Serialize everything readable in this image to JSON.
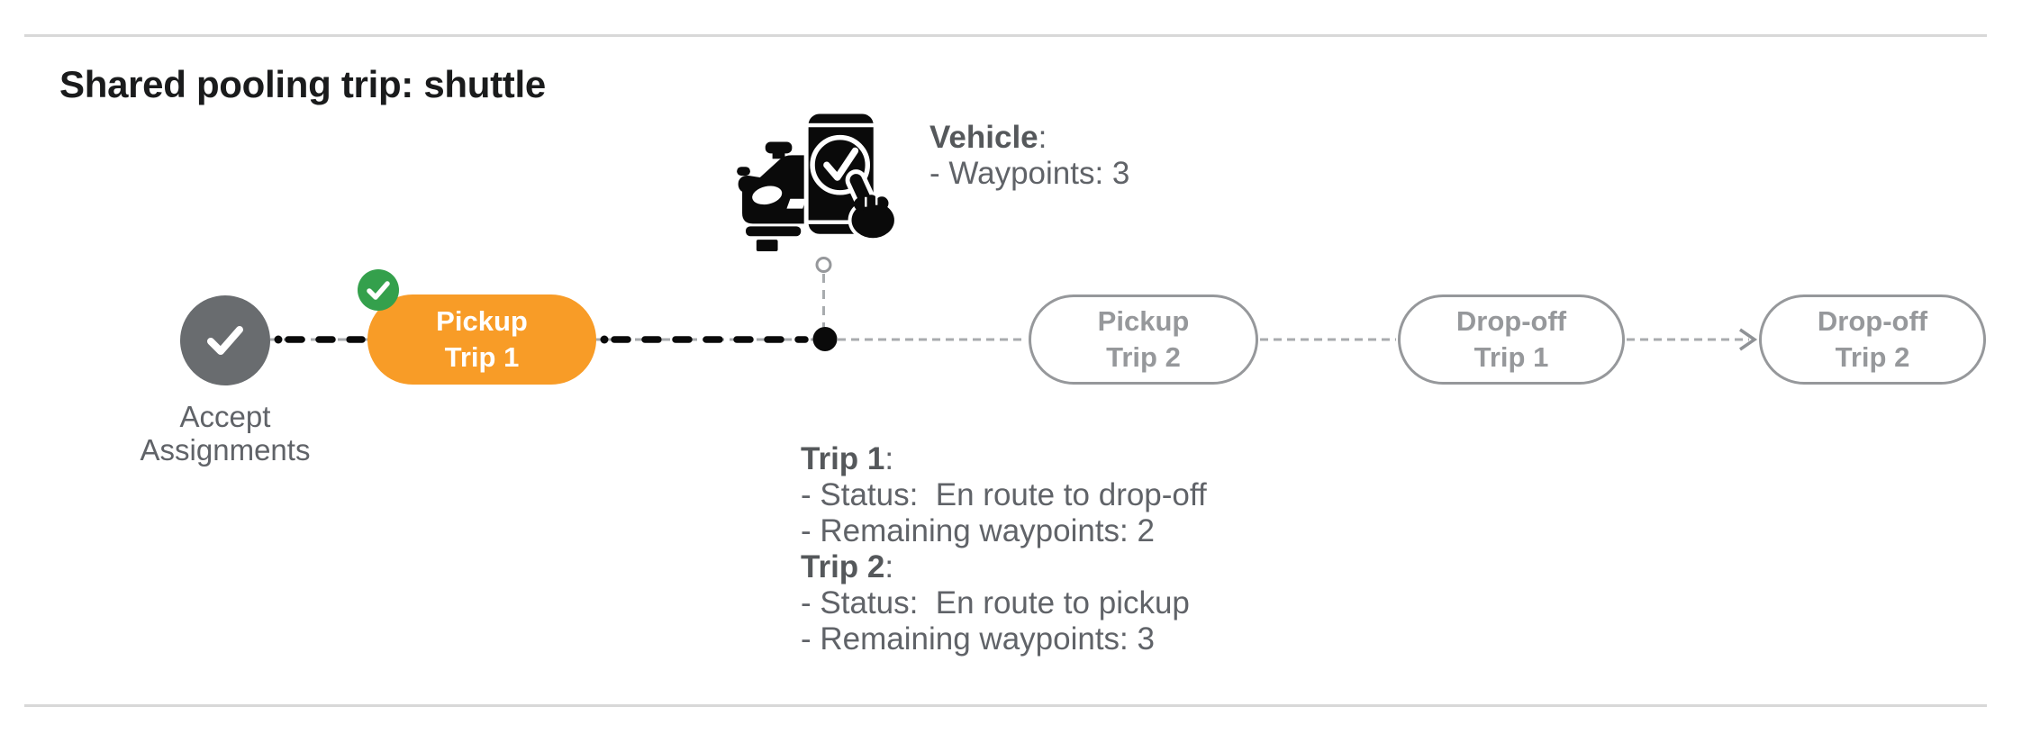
{
  "page_title": "Shared pooling trip: shuttle",
  "colors": {
    "orange": "#F89C27",
    "green": "#34A04C",
    "node-gray": "#696C6F",
    "pill-gray": "#96989B",
    "connector-gray": "#A8ABAE",
    "arrow-gray": "#8F9296",
    "text-gray": "#606368",
    "text-dark-gray": "#55585B",
    "title-color": "#1A1B1C",
    "hairline": "#D8D8D8"
  },
  "vehicle_info": {
    "heading": "Vehicle",
    "colon": ":",
    "waypoints_line": "- Waypoints: 3"
  },
  "timeline": {
    "start_label_line1": "Accept",
    "start_label_line2": "Assignments",
    "nodes": [
      {
        "line1": "Pickup",
        "line2": "Trip 1",
        "state": "active",
        "badge": "check"
      },
      {
        "line1": "Pickup",
        "line2": "Trip 2",
        "state": "pending"
      },
      {
        "line1": "Drop-off",
        "line2": "Trip 1",
        "state": "pending"
      },
      {
        "line1": "Drop-off",
        "line2": "Trip 2",
        "state": "pending"
      }
    ]
  },
  "trip_status": [
    {
      "heading": "Trip 1",
      "colon": ":",
      "lines": [
        "- Status:  En route to drop-off",
        "- Remaining waypoints: 2"
      ]
    },
    {
      "heading": "Trip 2",
      "colon": ":",
      "lines": [
        "- Status:  En route to pickup",
        "- Remaining waypoints: 3"
      ]
    }
  ]
}
